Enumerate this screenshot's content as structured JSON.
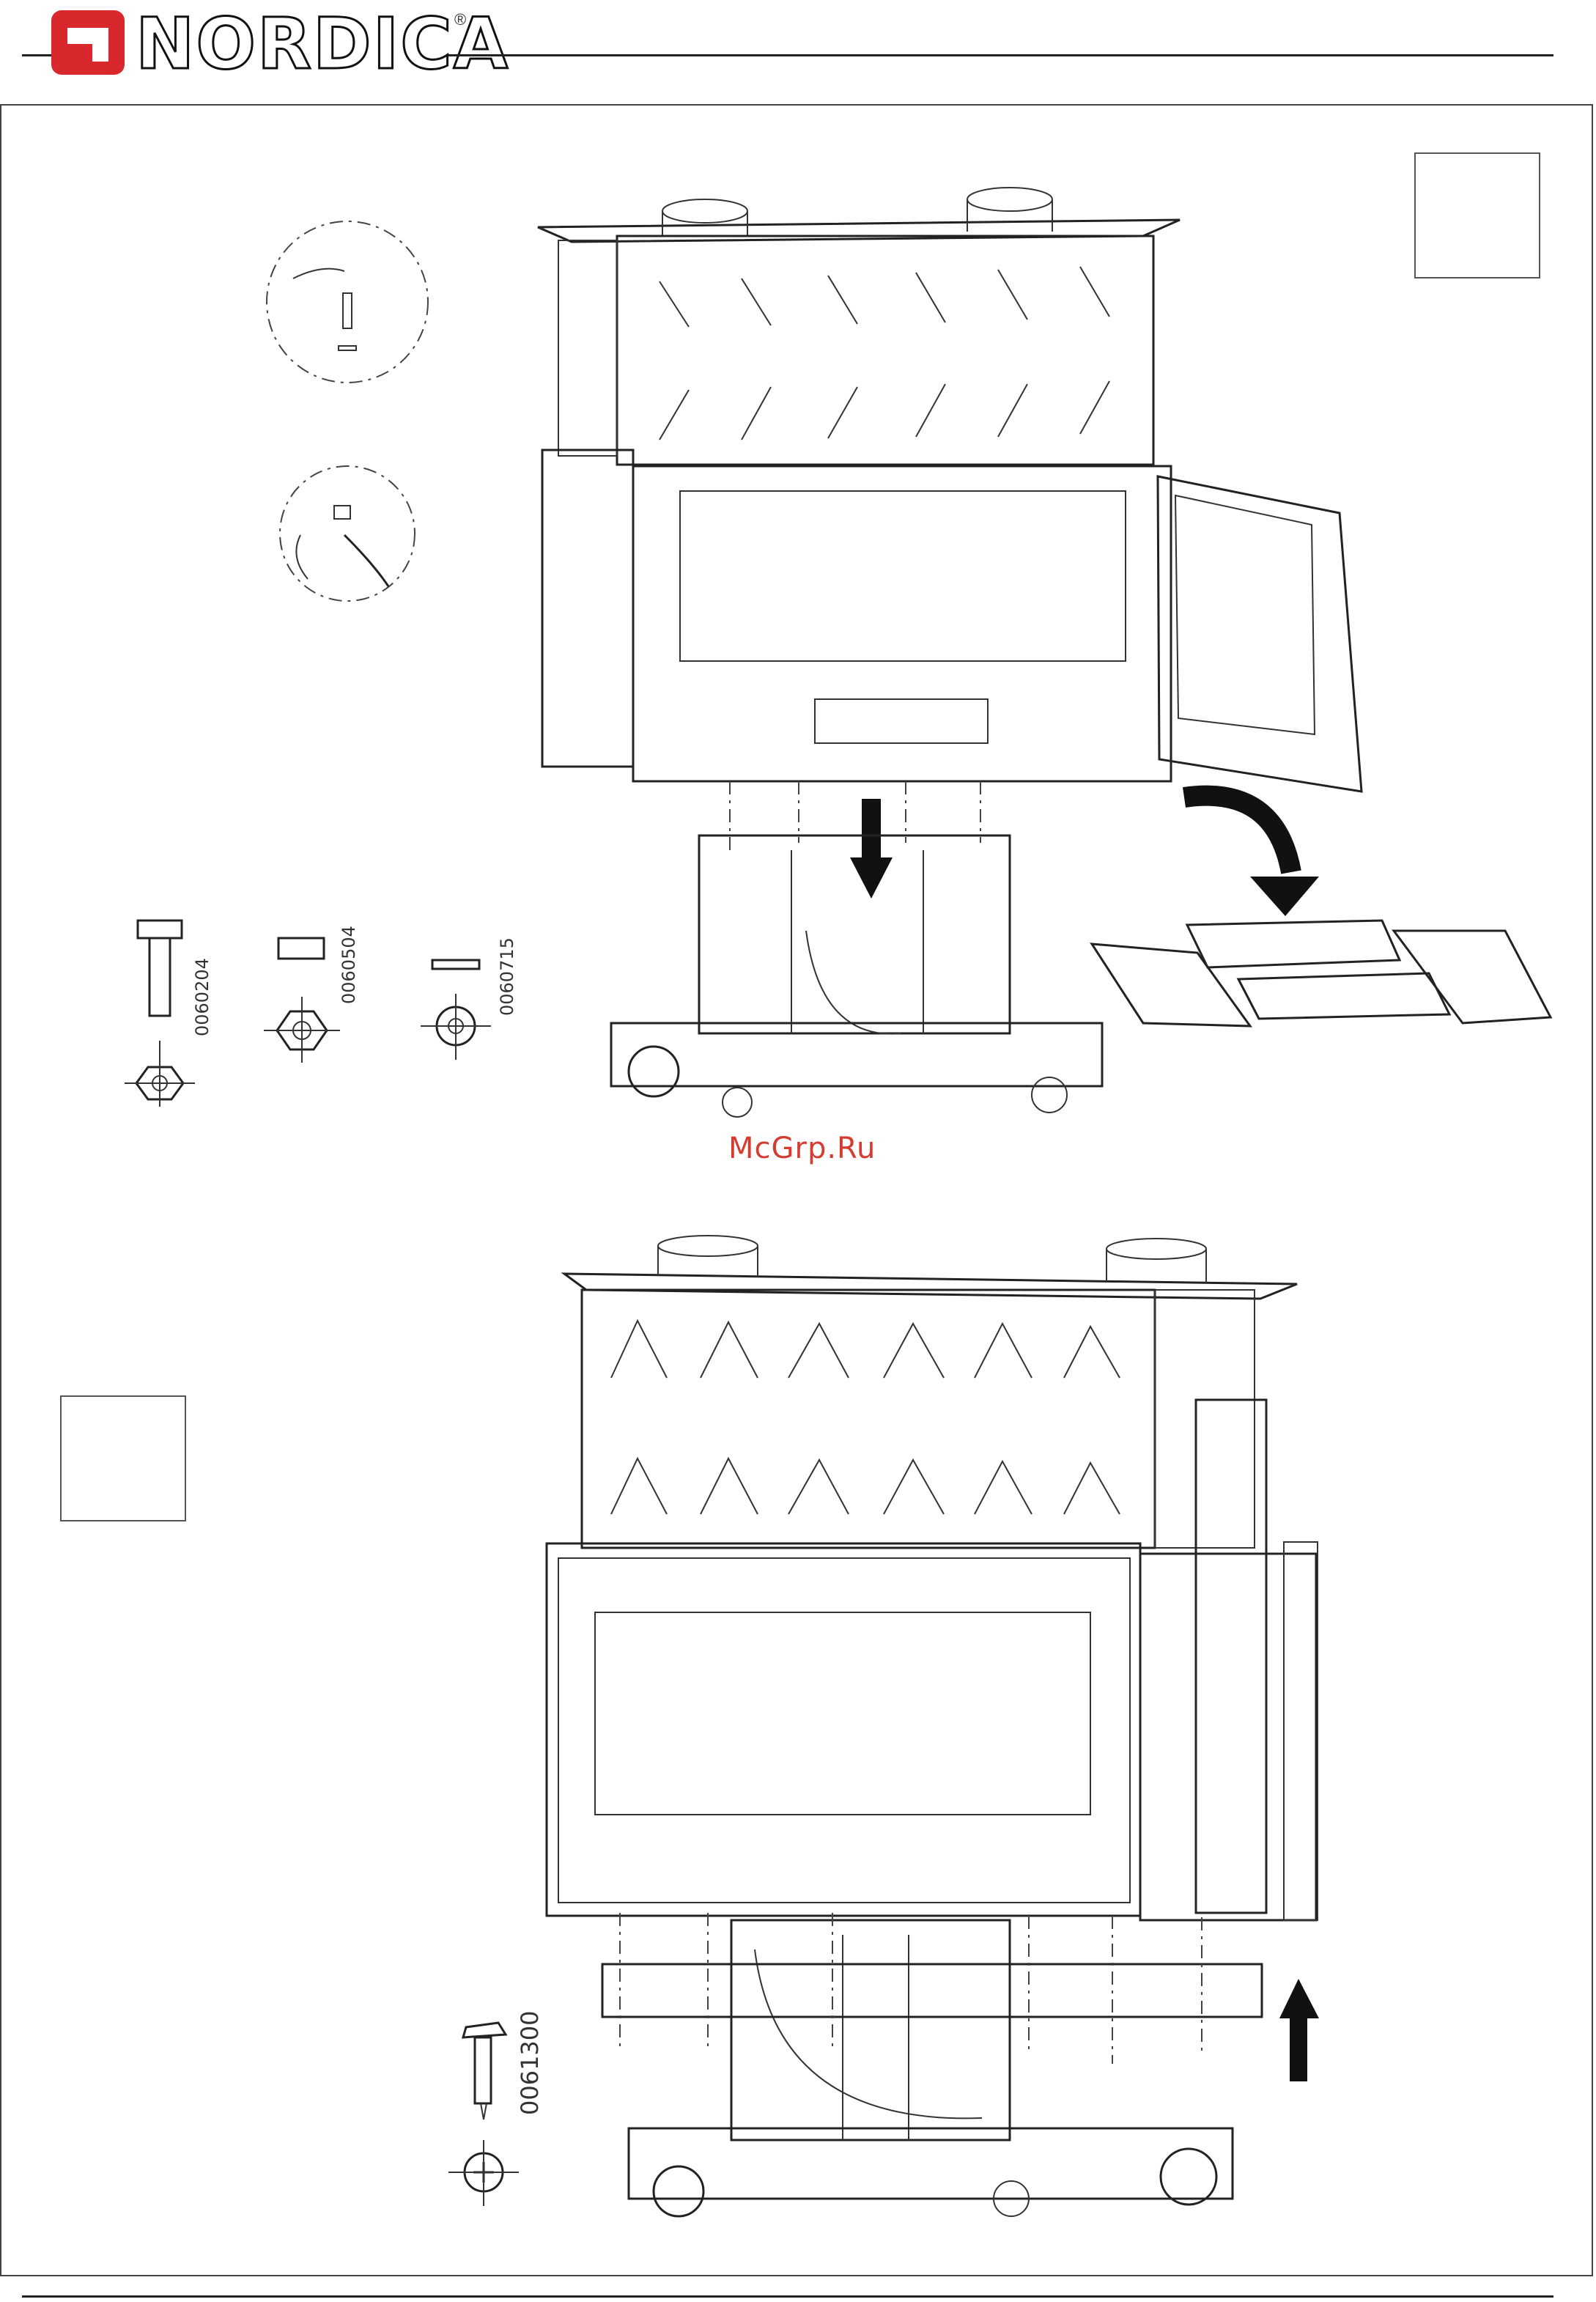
{
  "header": {
    "brand": "NORDICA",
    "registered_mark": "®"
  },
  "part_codes": {
    "screw": "0060204",
    "nut": "0060504",
    "washer": "0060715",
    "bolt": "0061300"
  },
  "watermark": "McGrp.Ru",
  "icons": {
    "logo": "nordica-logo",
    "arrow_down": "arrow-down-icon",
    "arrow_curved": "curved-arrow-icon",
    "arrow_up": "arrow-up-icon"
  },
  "colors": {
    "brand_red": "#d9272e",
    "watermark_red": "#d63b2f",
    "line": "#222222"
  }
}
